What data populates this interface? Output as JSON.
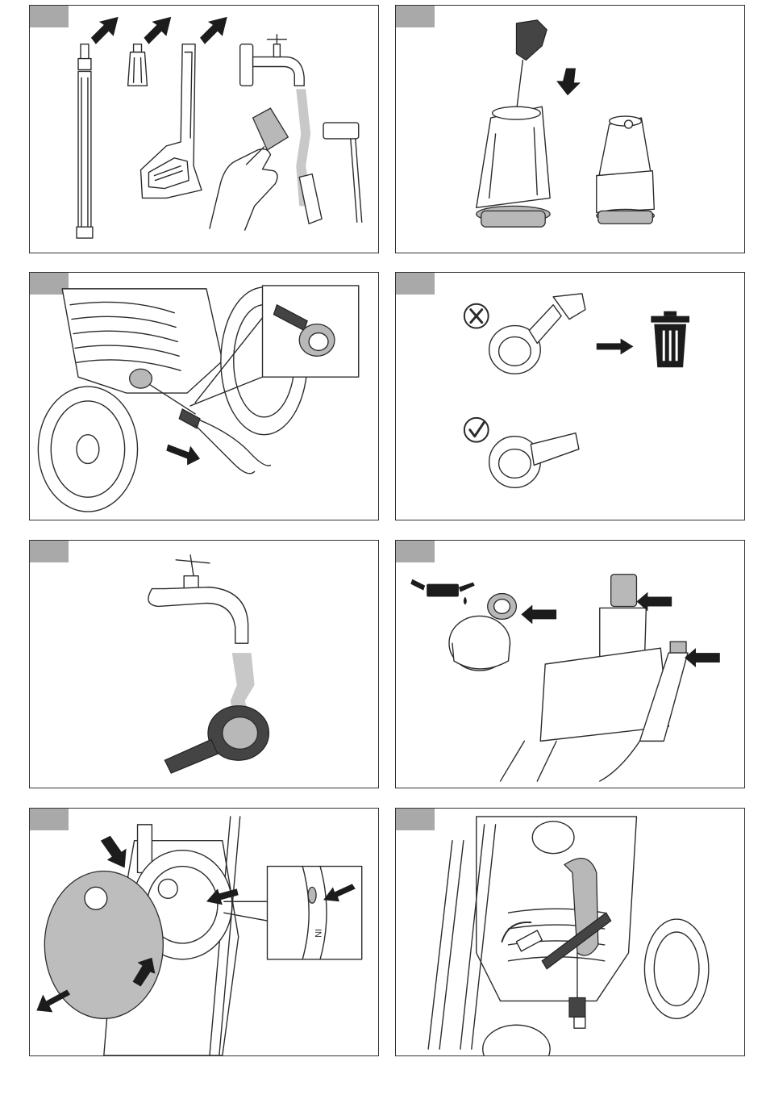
{
  "page": {
    "background": "#ffffff",
    "panel_tag_color": "#a9a9a9",
    "line_color": "#2b2b2b"
  },
  "panels": [
    {
      "id": "panel-1",
      "content": [
        "lance",
        "nozzle",
        "spray-gun",
        "tap",
        "cloth-and-hand",
        "nozzle-tool"
      ]
    },
    {
      "id": "panel-2",
      "content": [
        "cleaning-needle",
        "nozzle-front",
        "nozzle-side"
      ]
    },
    {
      "id": "panel-3",
      "content": [
        "pressure-washer",
        "water-inlet",
        "pliers",
        "filter-inset"
      ]
    },
    {
      "id": "panel-4",
      "content": [
        "reject-mark",
        "damaged-filter",
        "arrow",
        "trash-bin",
        "accept-mark",
        "good-filter"
      ]
    },
    {
      "id": "panel-5",
      "content": [
        "tap",
        "water-stream",
        "filter"
      ]
    },
    {
      "id": "panel-6",
      "content": [
        "oil-can",
        "hose-connector",
        "gun-connector",
        "lance-tip"
      ]
    },
    {
      "id": "panel-7",
      "content": [
        "pressure-washer",
        "side-cover",
        "detail-inset"
      ]
    },
    {
      "id": "panel-8",
      "content": [
        "pressure-washer-rear",
        "hose-storage",
        "hook",
        "wheel"
      ]
    }
  ],
  "inset_labels": {
    "panel_7": "IN"
  }
}
